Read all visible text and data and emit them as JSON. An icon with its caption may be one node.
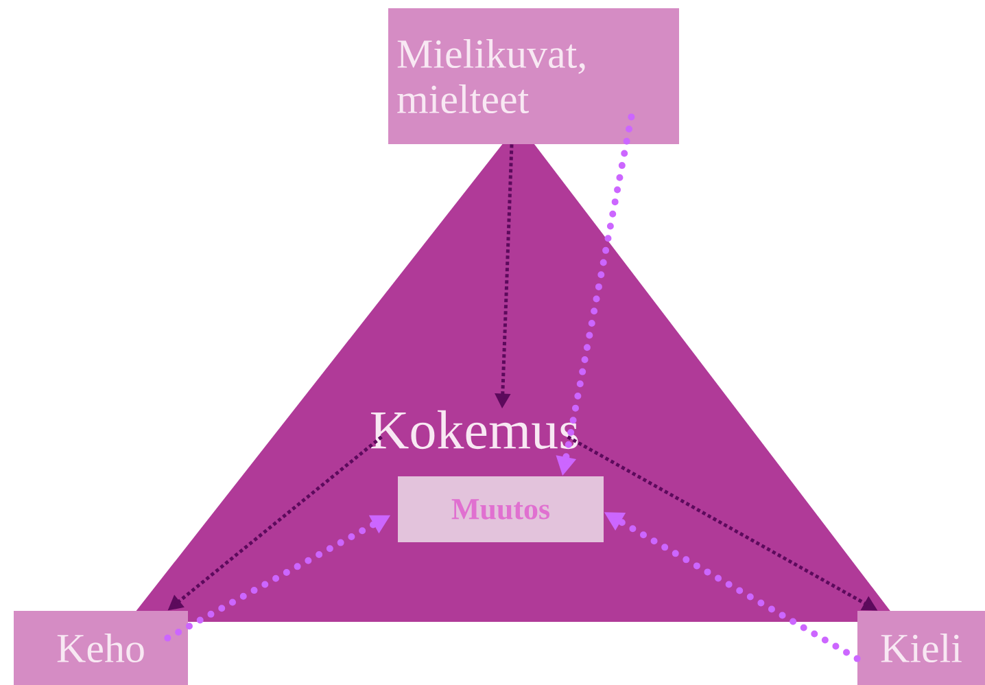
{
  "diagram": {
    "nodes": [
      {
        "text": [
          "Mielikuvat, mielteet"
        ]
      },
      {
        "text": [
          "Kokemus"
        ]
      },
      {
        "text": [
          "Muutos"
        ]
      },
      {
        "text": [
          "Keho"
        ]
      },
      {
        "text": [
          "Kieli"
        ]
      }
    ],
    "edges": [
      {
        "from": 0,
        "to": 1,
        "arrow": "to",
        "style": "dashed",
        "color": "#5c0a5c"
      },
      {
        "from": 1,
        "to": 3,
        "arrow": "to",
        "style": "dashed",
        "color": "#5c0a5c"
      },
      {
        "from": 1,
        "to": 4,
        "arrow": "to",
        "style": "dashed",
        "color": "#5c0a5c"
      },
      {
        "from": 0,
        "to": 2,
        "arrow": "to",
        "style": "dashed",
        "color": "#cc66ff"
      },
      {
        "from": 3,
        "to": 2,
        "arrow": "to",
        "style": "dashed",
        "color": "#cc66ff"
      },
      {
        "from": 4,
        "to": 2,
        "arrow": "to",
        "style": "dashed",
        "color": "#cc66ff"
      }
    ]
  }
}
